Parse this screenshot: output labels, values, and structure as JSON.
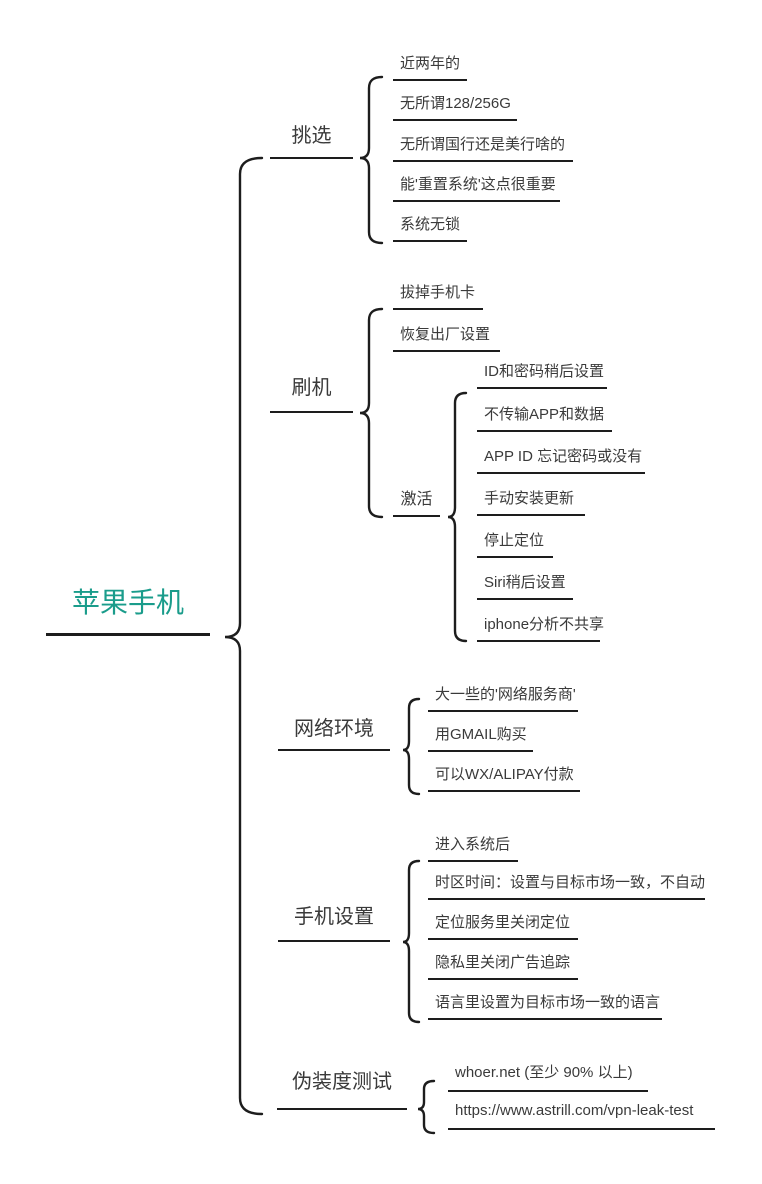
{
  "style": {
    "accent": "#1a9c8b",
    "line": "#1d1d1d",
    "text": "#3a3a3a",
    "background": "#ffffff"
  },
  "root": {
    "label": "苹果手机"
  },
  "branches": [
    {
      "label": "挑选",
      "children": [
        {
          "label": "近两年的"
        },
        {
          "label": "无所谓128/256G"
        },
        {
          "label": "无所谓国行还是美行啥的"
        },
        {
          "label": "能'重置系统'这点很重要"
        },
        {
          "label": "系统无锁"
        }
      ]
    },
    {
      "label": "刷机",
      "children": [
        {
          "label": "拔掉手机卡"
        },
        {
          "label": "恢复出厂设置"
        },
        {
          "label": "激活",
          "children": [
            {
              "label": "ID和密码稍后设置"
            },
            {
              "label": "不传输APP和数据"
            },
            {
              "label": "APP ID 忘记密码或没有"
            },
            {
              "label": "手动安装更新"
            },
            {
              "label": "停止定位"
            },
            {
              "label": "Siri稍后设置"
            },
            {
              "label": "iphone分析不共享"
            }
          ]
        }
      ]
    },
    {
      "label": "网络环境",
      "children": [
        {
          "label": "大一些的'网络服务商'"
        },
        {
          "label": "用GMAIL购买"
        },
        {
          "label": "可以WX/ALIPAY付款"
        }
      ]
    },
    {
      "label": "手机设置",
      "children": [
        {
          "label": "进入系统后"
        },
        {
          "label": "时区时间：设置与目标市场一致，不自动"
        },
        {
          "label": "定位服务里关闭定位"
        },
        {
          "label": "隐私里关闭广告追踪"
        },
        {
          "label": "语言里设置为目标市场一致的语言"
        }
      ]
    },
    {
      "label": "伪装度测试",
      "children": [
        {
          "label": "whoer.net (至少 90% 以上)"
        },
        {
          "label": "https://www.astrill.com/vpn-leak-test"
        }
      ]
    }
  ]
}
